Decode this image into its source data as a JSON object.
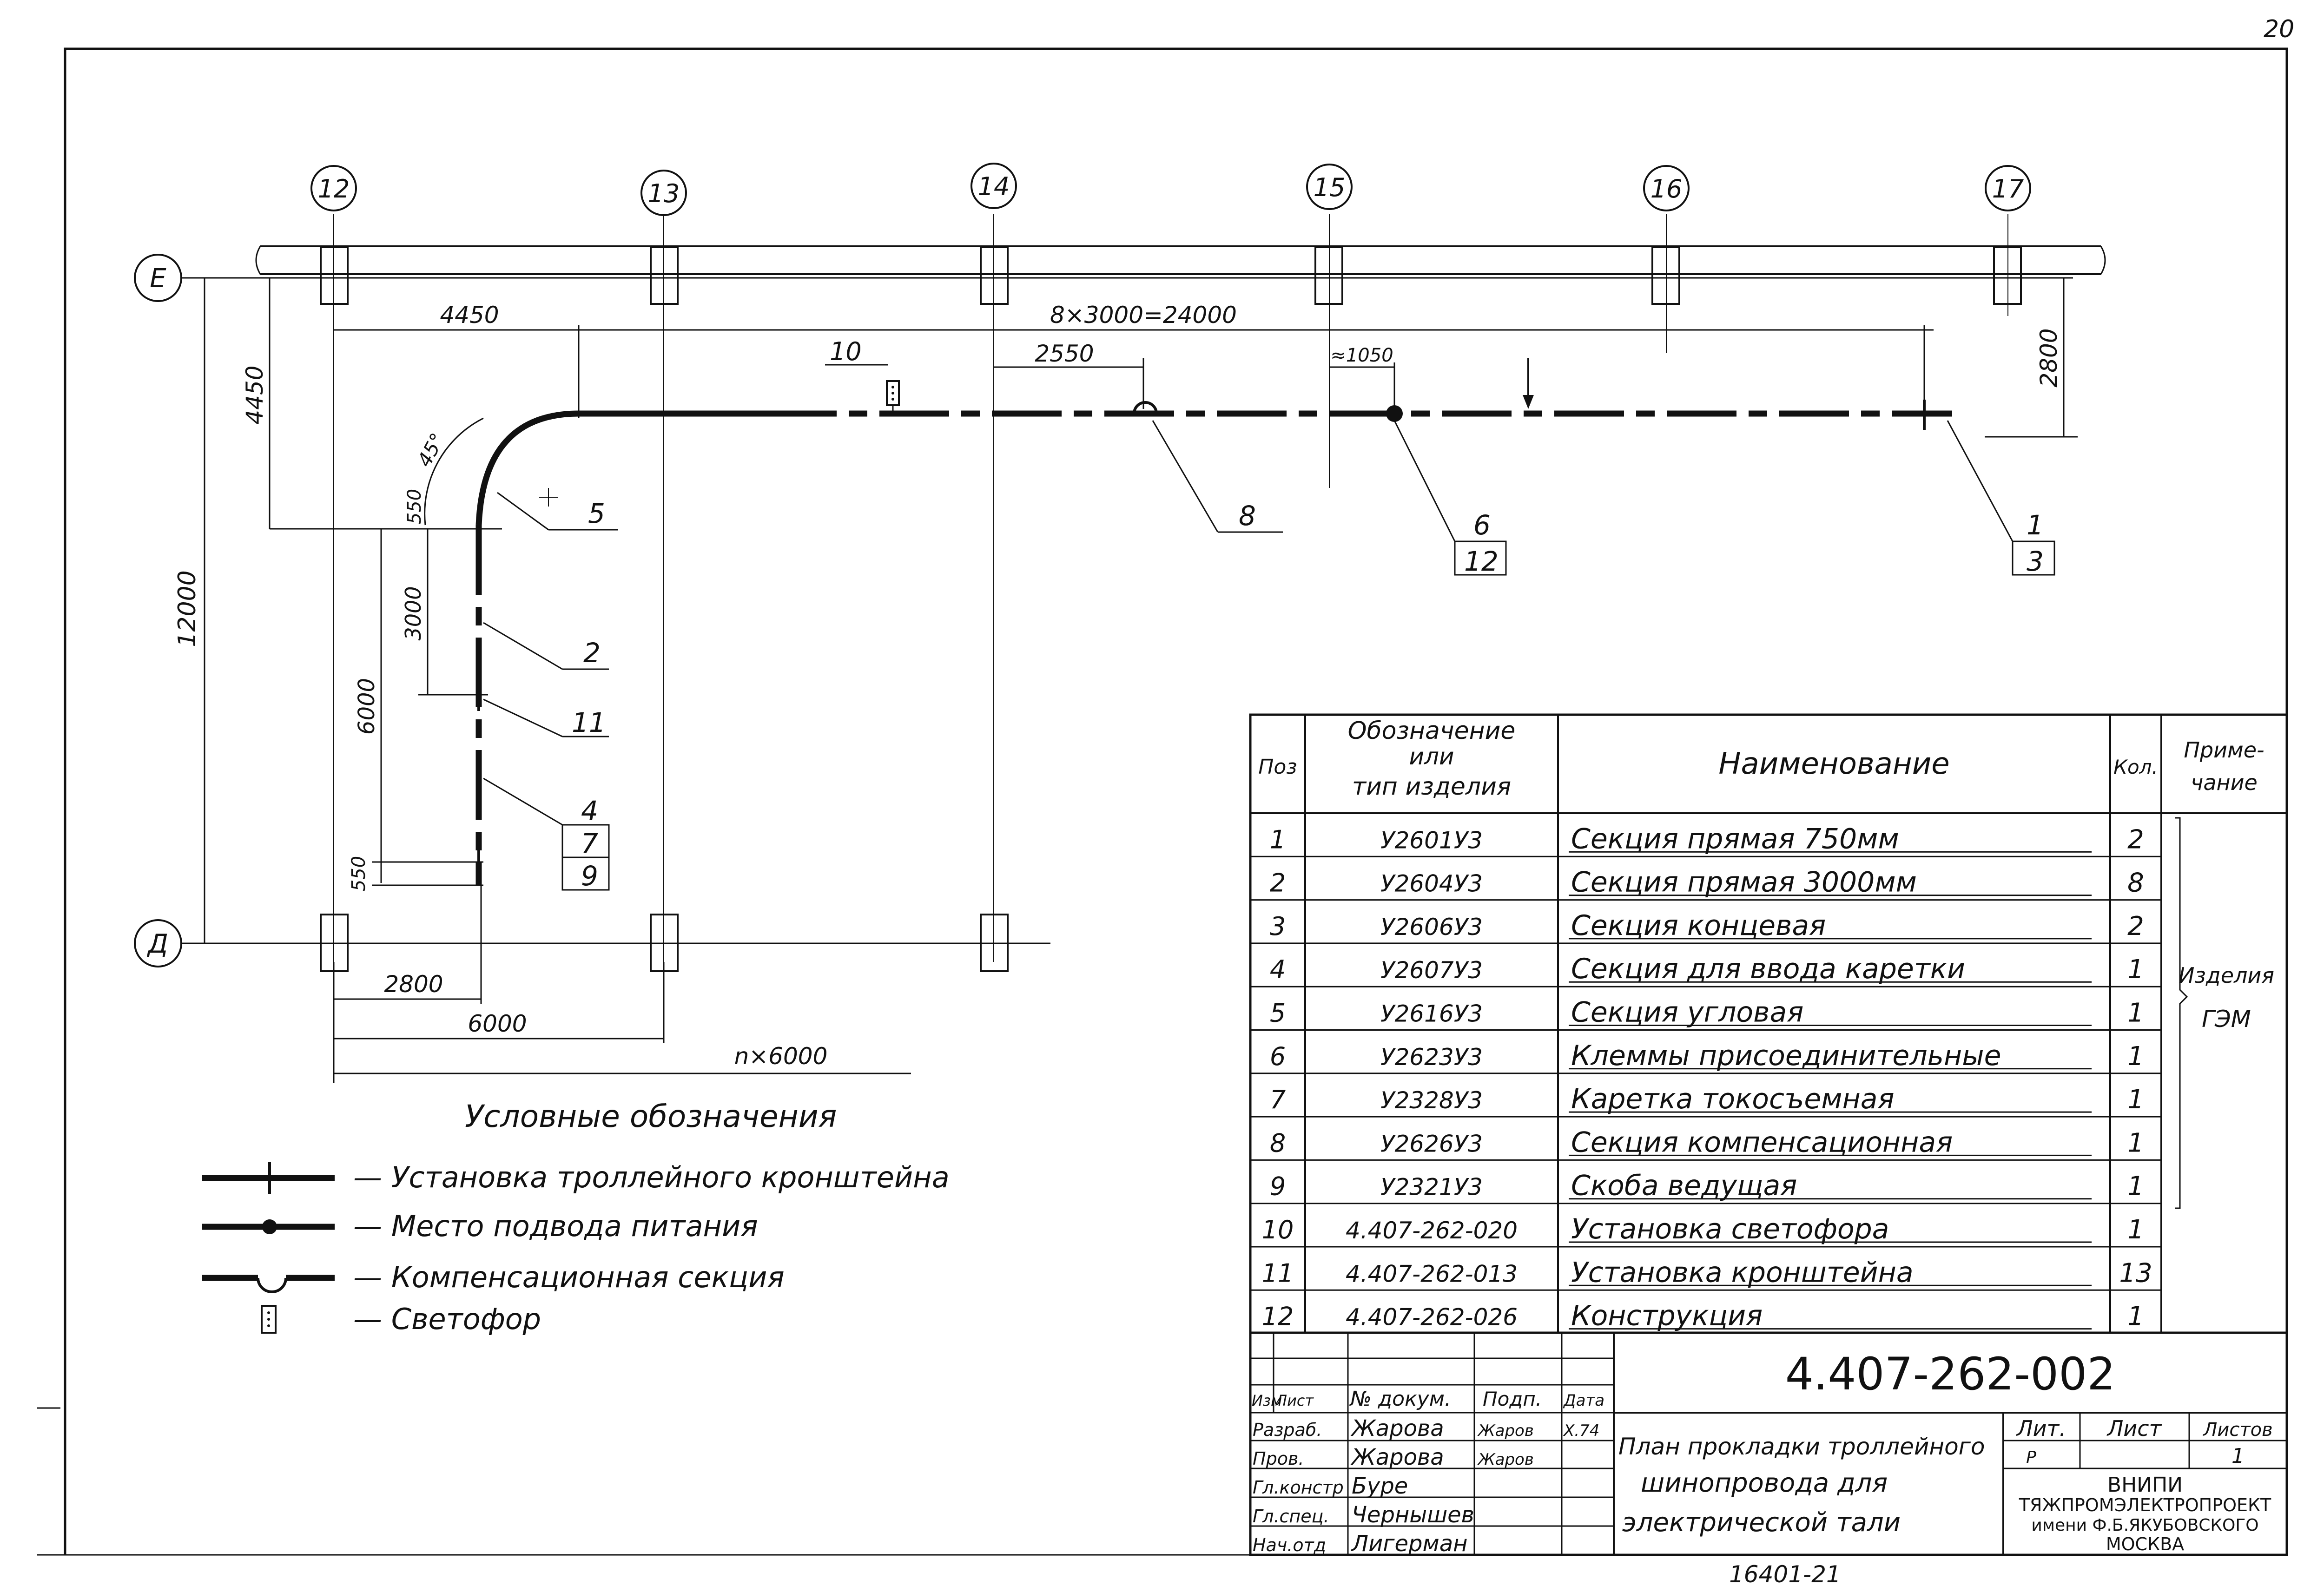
{
  "page_number": "20",
  "axes": [
    "12",
    "13",
    "14",
    "15",
    "16",
    "17"
  ],
  "rows": [
    "Е",
    "Д"
  ],
  "dims": {
    "d4450_h": "4450",
    "d_span": "8×3000=24000",
    "d4450_v": "4450",
    "d2800_v": "2800",
    "d2550": "2550",
    "d1050": "≈1050",
    "d45": "45°",
    "d550_top": "550",
    "d3000": "3000",
    "d12000": "12000",
    "d6000_v": "6000",
    "d550_bot": "550",
    "d2800_h": "2800",
    "d6000_h": "6000",
    "dnx6000": "n×6000"
  },
  "callouts": {
    "c10": "10",
    "c5": "5",
    "c8": "8",
    "c6": "6",
    "c12": "12",
    "c1": "1",
    "c3": "3",
    "c2": "2",
    "c11": "11",
    "c4": "4",
    "c7": "7",
    "c9": "9"
  },
  "legend": {
    "title": "Условные обозначения",
    "items": [
      {
        "icon": "bracket-line-icon",
        "text": "— Установка троллейного кронштейна"
      },
      {
        "icon": "power-point-line-icon",
        "text": "— Место подвода питания"
      },
      {
        "icon": "compensation-section-icon",
        "text": "— Компенсационная секция"
      },
      {
        "icon": "traffic-light-icon",
        "text": "— Светофор"
      }
    ]
  },
  "spec_table": {
    "headers": {
      "pos": "Поз",
      "designation": [
        "Обозначение",
        "или",
        "тип изделия"
      ],
      "name": "Наименование",
      "qty": "Кол.",
      "note": [
        "Приме-",
        "чание"
      ]
    },
    "rows": [
      {
        "pos": "1",
        "code": "У2601У3",
        "name": "Секция прямая 750мм",
        "qty": "2"
      },
      {
        "pos": "2",
        "code": "У2604У3",
        "name": "Секция прямая 3000мм",
        "qty": "8"
      },
      {
        "pos": "3",
        "code": "У2606У3",
        "name": "Секция концевая",
        "qty": "2"
      },
      {
        "pos": "4",
        "code": "У2607У3",
        "name": "Секция для ввода каретки",
        "qty": "1"
      },
      {
        "pos": "5",
        "code": "У2616У3",
        "name": "Секция угловая",
        "qty": "1"
      },
      {
        "pos": "6",
        "code": "У2623У3",
        "name": "Клеммы присоединительные",
        "qty": "1"
      },
      {
        "pos": "7",
        "code": "У2328У3",
        "name": "Каретка токосъемная",
        "qty": "1"
      },
      {
        "pos": "8",
        "code": "У2626У3",
        "name": "Секция компенсационная",
        "qty": "1"
      },
      {
        "pos": "9",
        "code": "У2321У3",
        "name": "Скоба ведущая",
        "qty": "1"
      },
      {
        "pos": "10",
        "code": "4.407-262-020",
        "name": "Установка светофора",
        "qty": "1"
      },
      {
        "pos": "11",
        "code": "4.407-262-013",
        "name": "Установка кронштейна",
        "qty": "13"
      },
      {
        "pos": "12",
        "code": "4.407-262-026",
        "name": "Конструкция",
        "qty": "1"
      }
    ],
    "note_lines": [
      "Изделия",
      "ГЭМ"
    ]
  },
  "title_block": {
    "doc_code": "4.407-262-002",
    "col_headers": [
      "Изм",
      "Лист",
      "№ докум.",
      "Подп.",
      "Дата"
    ],
    "people": [
      {
        "role": "Разраб.",
        "name": "Жарова",
        "sign": "Жаров",
        "date": "X.74"
      },
      {
        "role": "Пров.",
        "name": "Жарова",
        "sign": "Жаров",
        "date": ""
      },
      {
        "role": "Гл.констр",
        "name": "Буре",
        "sign": "",
        "date": ""
      },
      {
        "role": "Гл.спец.",
        "name": "Чернышев",
        "sign": "",
        "date": ""
      },
      {
        "role": "Нач.отд",
        "name": "Лигерман",
        "sign": "",
        "date": ""
      }
    ],
    "title_lines": [
      "План прокладки троллейного",
      "шинопровода для",
      "электрической тали"
    ],
    "lit_label": "Лит.",
    "sheet_label": "Лист",
    "sheets_label": "Листов",
    "lit_value": "Р",
    "sheets_value": "1",
    "org_lines": [
      "ВНИПИ",
      "ТЯЖПРОМЭЛЕКТРОПРОЕКТ",
      "имени Ф.Б.ЯКУБОВСКОГО",
      "МОСКВА"
    ]
  },
  "bottom_number": "16401-21"
}
